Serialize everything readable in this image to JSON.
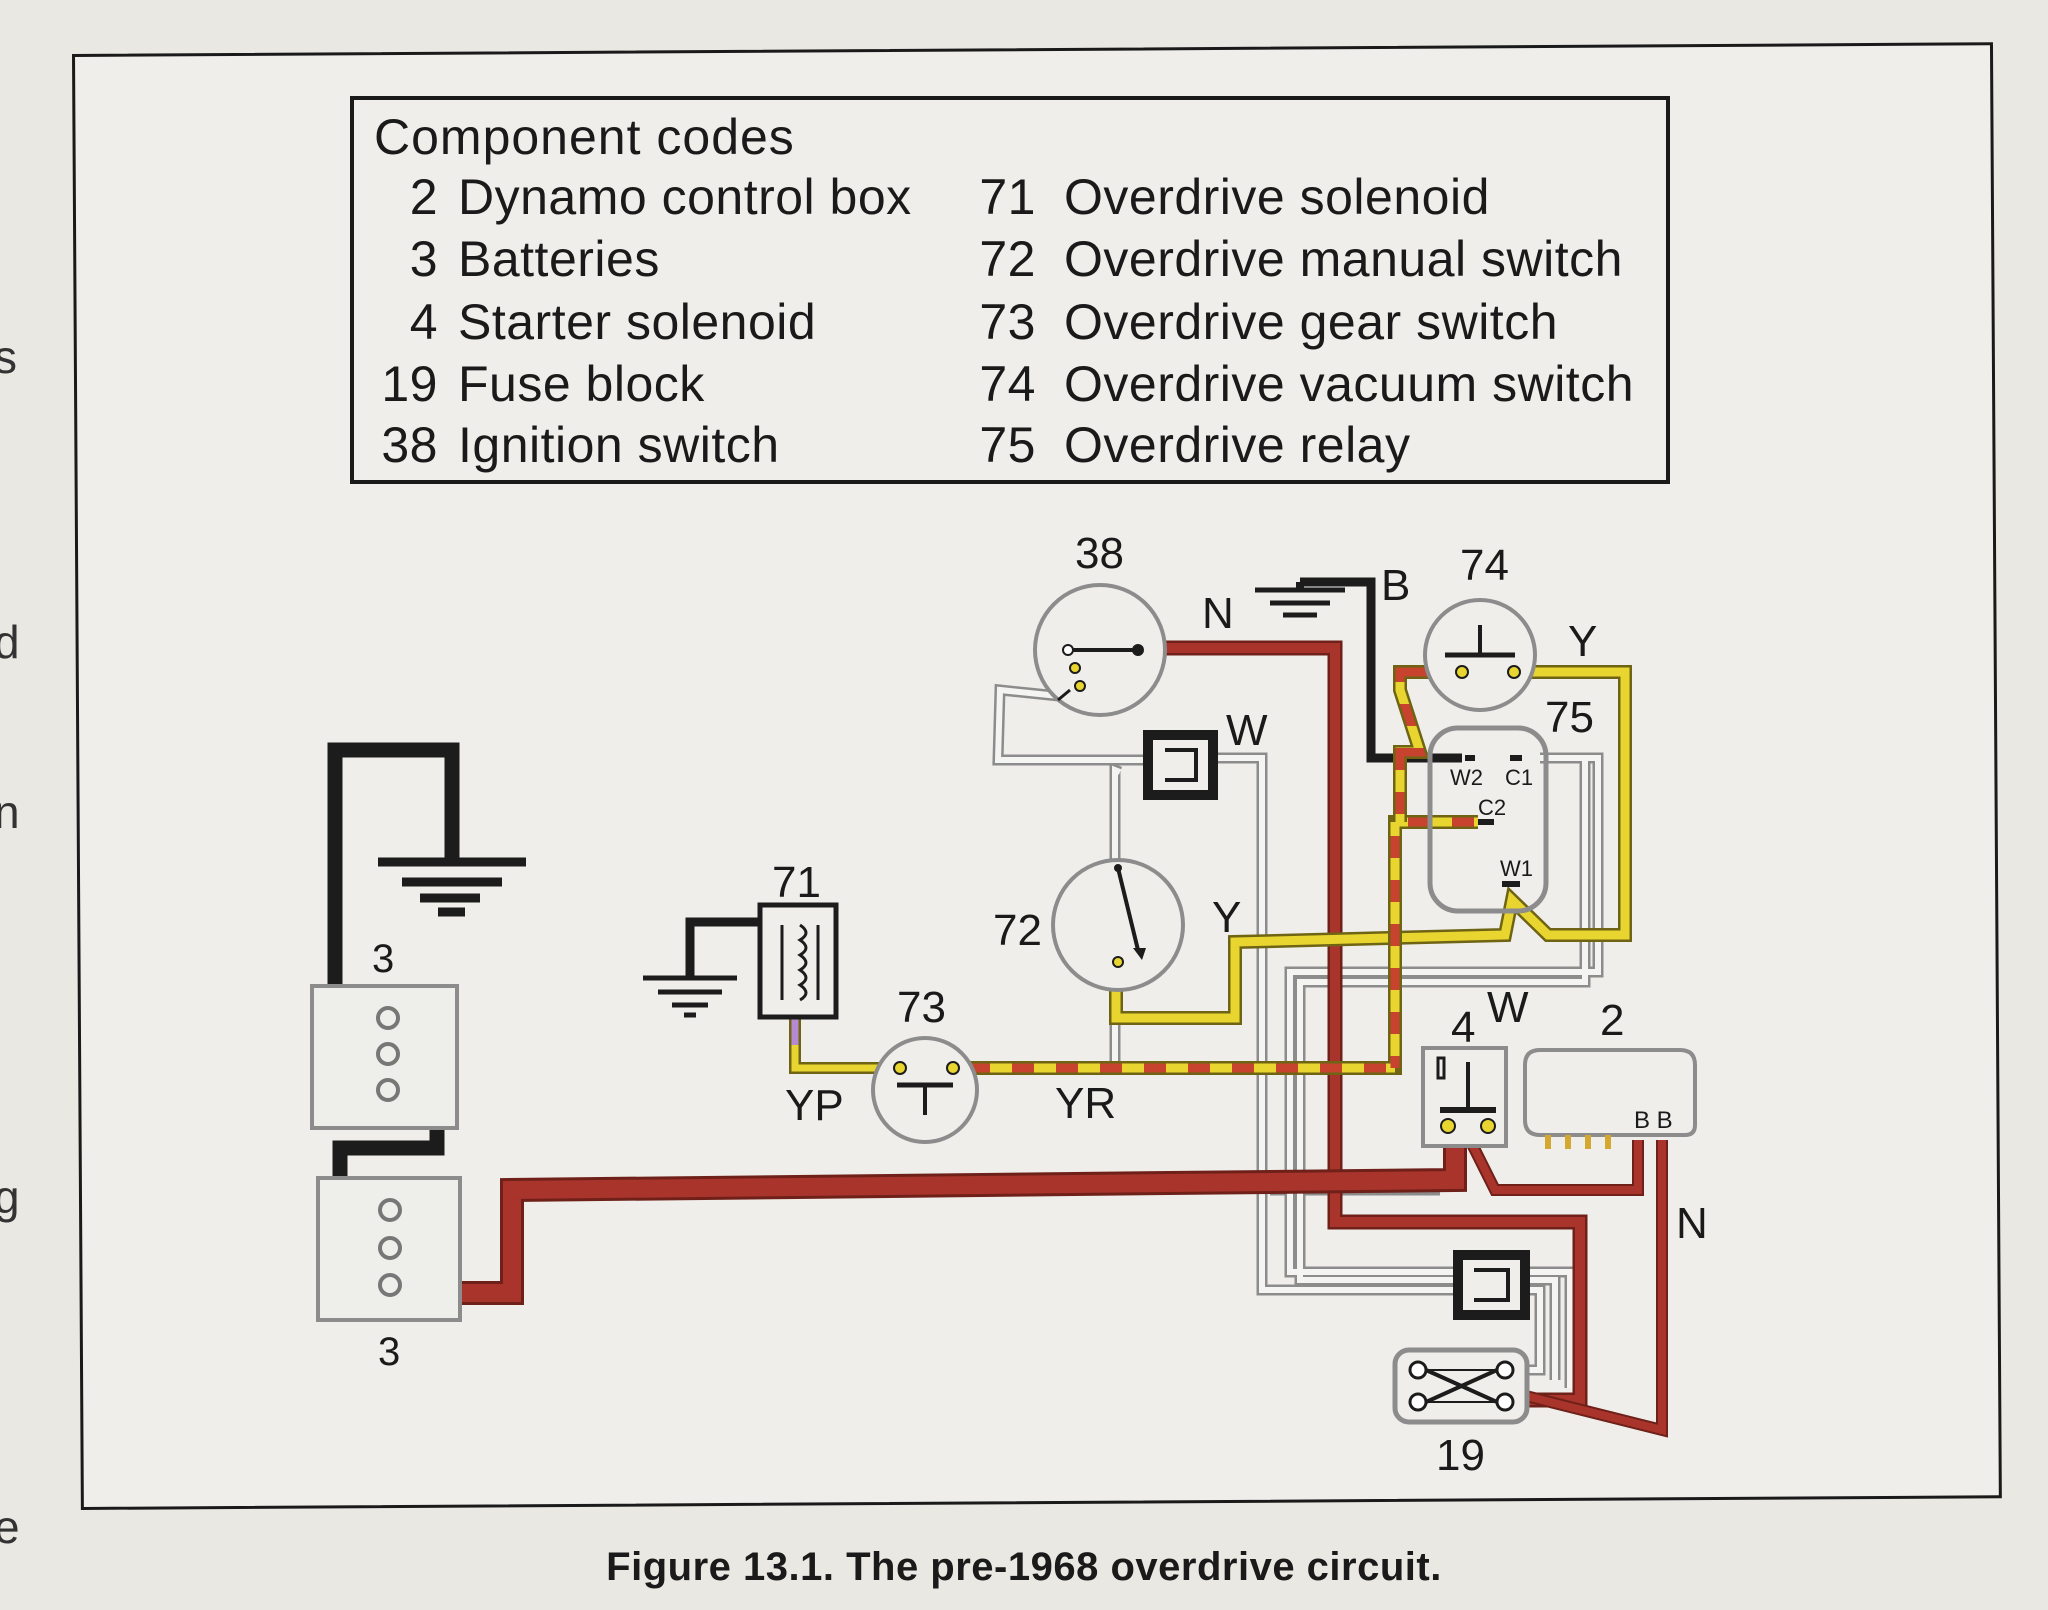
{
  "margin_letters": [
    "s",
    "d",
    "n",
    "g",
    "e"
  ],
  "legend": {
    "heading": "Component codes",
    "left": [
      {
        "code": "2",
        "name": "Dynamo control box"
      },
      {
        "code": "3",
        "name": "Batteries"
      },
      {
        "code": "4",
        "name": "Starter solenoid"
      },
      {
        "code": "19",
        "name": "Fuse block"
      },
      {
        "code": "38",
        "name": "Ignition switch"
      }
    ],
    "right": [
      {
        "code": "71",
        "name": "Overdrive solenoid"
      },
      {
        "code": "72",
        "name": "Overdrive manual switch"
      },
      {
        "code": "73",
        "name": "Overdrive gear switch"
      },
      {
        "code": "74",
        "name": "Overdrive vacuum switch"
      },
      {
        "code": "75",
        "name": "Overdrive relay"
      }
    ]
  },
  "component_labels": {
    "battery_top": "3",
    "battery_bottom": "3",
    "solenoid": "71",
    "gear_switch": "73",
    "manual_switch": "72",
    "ignition": "38",
    "vacuum_switch": "74",
    "relay": "75",
    "starter": "4",
    "dynamo_box": "2",
    "fuse_block": "19"
  },
  "wire_labels": {
    "n_top": "N",
    "b": "B",
    "y_vacuum": "Y",
    "w_fuse": "W",
    "y_manual": "Y",
    "yp": "YP",
    "yr": "YR",
    "w_starter": "W",
    "n_right": "N"
  },
  "terminal_labels": {
    "w2": "W2",
    "c1": "C1",
    "c2": "C2",
    "w1": "W1",
    "bb": "B B"
  },
  "wire_colors": {
    "black": "#1c1c1c",
    "red_brown": "#a8342c",
    "yellow": "#e8d530",
    "white": "#f4f4f2",
    "outline": "#8c8c8c",
    "purple": "#b58ad0"
  },
  "caption": "Figure 13.1. The pre-1968 overdrive circuit."
}
